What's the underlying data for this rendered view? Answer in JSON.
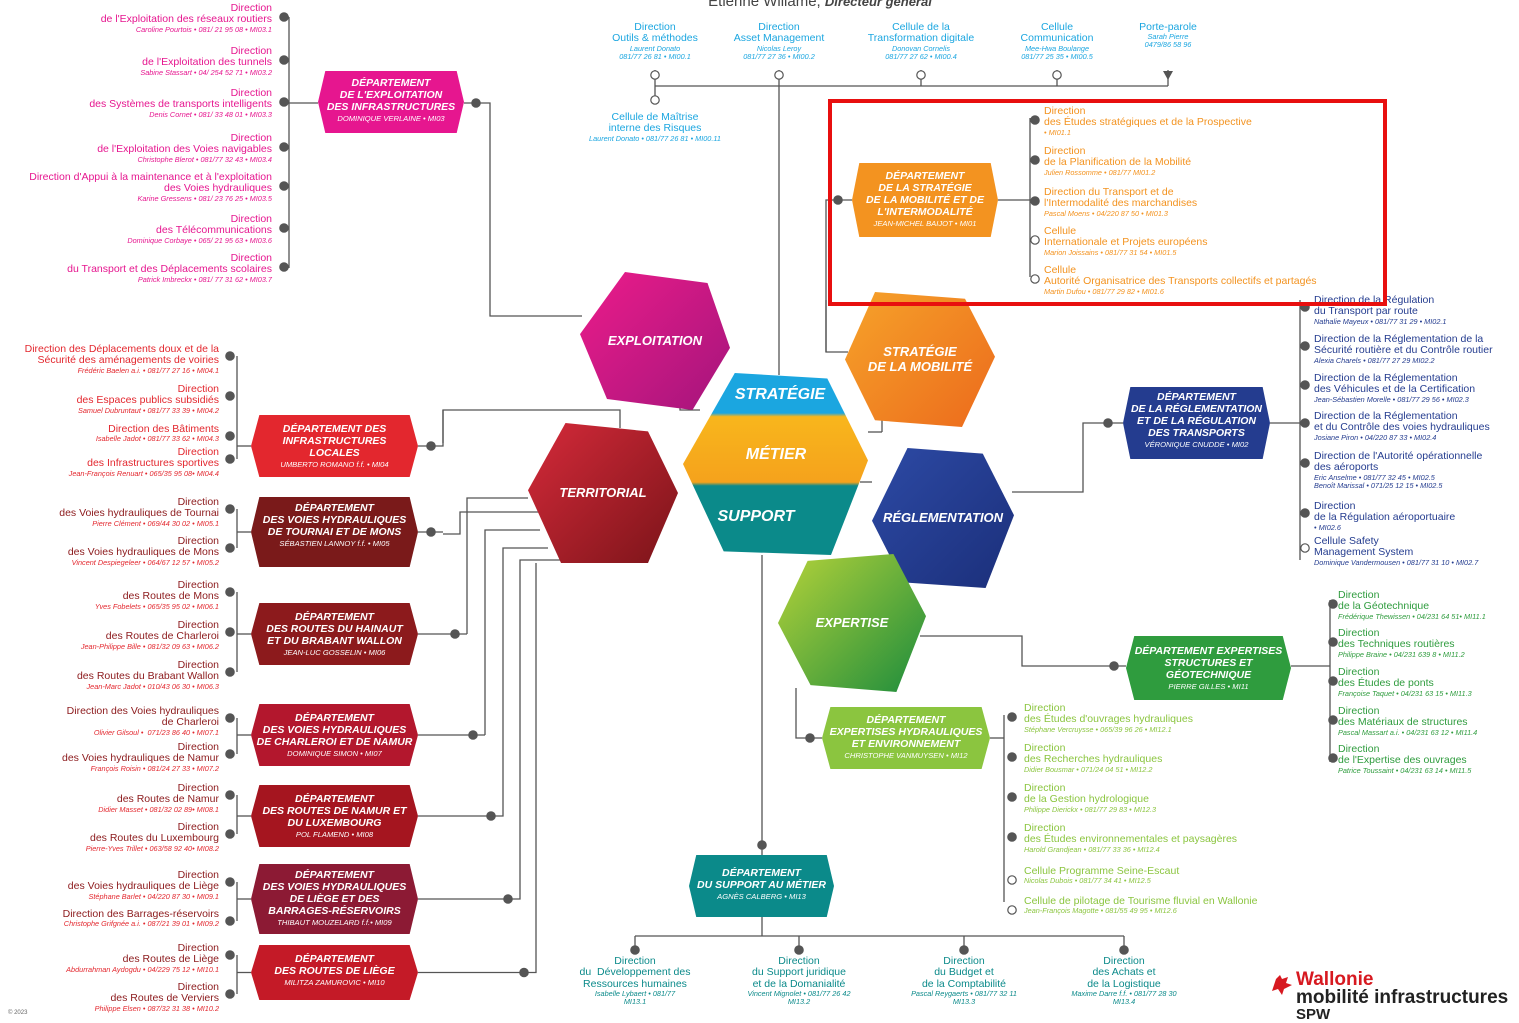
{
  "header": {
    "name": "Etienne Willame,",
    "role": "Directeur général"
  },
  "colors": {
    "pink": "#e6168f",
    "orange": "#f39320",
    "red": "#e3272e",
    "darkred": "#8c1a1c",
    "crimson": "#b3172d",
    "navy": "#243c8f",
    "green": "#2f9c3e",
    "lime": "#8bc53f",
    "teal": "#0b8a8a",
    "cyan": "#1ba6e0",
    "line": "#555555"
  },
  "top": [
    {
      "t": "Direction\nOutils & méthodes",
      "n": "Laurent Donato",
      "m": "081/77 26 81 • MI00.1"
    },
    {
      "t": "Direction\nAsset Management",
      "n": "Nicolas Leroy",
      "m": "081/77 27 36 • MI00.2"
    },
    {
      "t": "Cellule de la\nTransformation digitale",
      "n": "Donovan Cornelis",
      "m": "081/77 27 62 • MI00.4"
    },
    {
      "t": "Cellule\nCommunication",
      "n": "Mee-Hwa Boulange",
      "m": "081/77 25 35 • MI00.5"
    },
    {
      "t": "Porte-parole",
      "n": "Sarah Pierre",
      "m": "0479/86 58 96"
    }
  ],
  "risk": {
    "t": "Cellule de Maîtrise\ninterne des Risques",
    "m": "Laurent Donato • 081/77 26 81 • MI00.11"
  },
  "left_top": [
    {
      "t": "Direction\nde l'Exploitation des réseaux routiers",
      "m": "Caroline Pourtois • 081/ 21 95 08 • MI03.1"
    },
    {
      "t": "Direction\nde l'Exploitation des tunnels",
      "m": "Sabine Stassart • 04/ 254 52 71 • MI03.2"
    },
    {
      "t": "Direction\ndes Systèmes de transports intelligents",
      "m": "Denis Cornet • 081/ 33 48 01 • MI03.3"
    },
    {
      "t": "Direction\nde l'Exploitation des Voies navigables",
      "m": "Christophe Blerot • 081/77 32 43 • MI03.4"
    },
    {
      "t": "Direction d'Appui à la maintenance et à l'exploitation\ndes Voies hydrauliques",
      "m": "Karine Gressens • 081/ 23 76 25 • MI03.5"
    },
    {
      "t": "Direction\ndes Télécommunications",
      "m": "Dominique Corbaye • 065/ 21 95 63 • MI03.6"
    },
    {
      "t": "Direction\ndu Transport et des Déplacements scolaires",
      "m": "Patrick Imbreckx • 081/ 77 31 62 • MI03.7"
    }
  ],
  "dep_exploit": {
    "h": "DÉPARTEMENT\nDE L'EXPLOITATION\nDES INFRASTRUCTURES",
    "d": "DOMINIQUE VERLAINE • MI03"
  },
  "strat_list": [
    {
      "t": "Direction\ndes Études stratégiques et de la Prospective",
      "m": "• MI01.1"
    },
    {
      "t": "Direction\nde la Planification de la Mobilité",
      "m": "Julien Rossomme • 081/77 MI01.2"
    },
    {
      "t": "Direction du Transport et de\nl'Intermodalité des marchandises",
      "m": "Pascal Moens • 04/220 87 50 • MI01.3"
    },
    {
      "t": "Cellule\nInternationale et Projets européens",
      "m": "Marion Joissains • 081/77 31 54 • MI01.5"
    },
    {
      "t": "Cellule\nAutorité Organisatrice des Transports collectifs et partagés",
      "m": "Martin Dufou • 081/77 29 82 • MI01.6"
    }
  ],
  "dep_strat": {
    "h": "DÉPARTEMENT\nDE LA STRATÉGIE\nDE LA MOBILITÉ ET DE\nL'INTERMODALITÉ",
    "d": "JEAN-MICHEL BAIJOT • MI01"
  },
  "regl_list": [
    {
      "t": "Direction de la Régulation\ndu Transport par route",
      "m": "Nathalie Mayeux • 081/77 31 29 • MI02.1"
    },
    {
      "t": "Direction de la Réglementation de la\nSécurité routière et du Contrôle routier",
      "m": "Alexia Charels • 081/77 27 29 MI02.2"
    },
    {
      "t": "Direction de la Réglementation\ndes Véhicules et de la Certification",
      "m": "Jean-Sébastien Morelle • 081/77 29 56 • MI02.3"
    },
    {
      "t": "Direction de la Réglementation\net du Contrôle des voies hydrauliques",
      "m": "Josiane Piron • 04/220 87 33 • MI02.4"
    },
    {
      "t": "Direction de l'Autorité opérationnelle\ndes aéroports",
      "m": "Eric Anselme • 081/77 32 45 • MI02.5\nBenoît Marissal • 071/25 12 15 • MI02.5"
    },
    {
      "t": "Direction\nde la Régulation aéroportuaire",
      "m": "• MI02.6"
    },
    {
      "t": "Cellule Safety\nManagement System",
      "m": "Dominique Vandermousen • 081/77 31 10 • MI02.7"
    }
  ],
  "dep_regl": {
    "h": "DÉPARTEMENT\nDE LA RÉGLEMENTATION\nET DE LA RÉGULATION\nDES TRANSPORTS",
    "d": "VÉRONIQUE CNUDDE • MI02"
  },
  "exp_list": [
    {
      "t": "Direction\nde la Géotechnique",
      "m": "Frédérique Thewissen • 04/231 64 51• MI11.1"
    },
    {
      "t": "Direction\ndes Techniques routières",
      "m": "Philippe Braine • 04/231 639 8 • MI11.2"
    },
    {
      "t": "Direction\ndes Études de ponts",
      "m": "Françoise Taquet • 04/231 63 15 • MI11.3"
    },
    {
      "t": "Direction\ndes Matériaux de structures",
      "m": "Pascal Massart a.i. • 04/231 63 12 • MI11.4"
    },
    {
      "t": "Direction\nde l'Expertise des ouvrages",
      "m": "Patrice Toussaint • 04/231 63 14 • MI11.5"
    }
  ],
  "dep_exp": {
    "h": "DÉPARTEMENT EXPERTISES\nSTRUCTURES ET\nGÉOTECHNIQUE",
    "d": "PIERRE GILLES • MI11"
  },
  "hyd_list": [
    {
      "t": "Direction\ndes Études d'ouvrages hydrauliques",
      "m": "Stéphane Vercruysse • 065/39 96 26 • MI12.1"
    },
    {
      "t": "Direction\ndes Recherches hydrauliques",
      "m": "Didier Bousmar • 071/24 04 51 • MI12.2"
    },
    {
      "t": "Direction\nde la Gestion hydrologique",
      "m": "Philippe Dierickx • 081/77 29 83 • MI12.3"
    },
    {
      "t": "Direction\ndes Études environnementales et paysagères",
      "m": "Harold Grandjean • 081/77 33 36 • MI12.4"
    },
    {
      "t": "Cellule Programme Seine-Escaut",
      "m": "Nicolas Dubois • 081/77 34 41 • MI12.5"
    },
    {
      "t": "Cellule de pilotage de Tourisme fluvial en Wallonie",
      "m": "Jean-François Magotte • 081/55 49 95 • MI12.6"
    }
  ],
  "dep_hyd": {
    "h": "DÉPARTEMENT\nEXPERTISES HYDRAULIQUES\nET ENVIRONNEMENT",
    "d": "CHRISTOPHE VANMUYSEN • MI12"
  },
  "sup_list": [
    {
      "t": "Direction\ndu  Développement des\nRessources humaines",
      "m": "Isabelle Lybaert • 081/77\nMI13.1"
    },
    {
      "t": "Direction\ndu Support juridique\net de la Domanialité",
      "m": "Vincent Mignolet • 081/77 26 42\nMI13.2"
    },
    {
      "t": "Direction\ndu Budget et\nde la Comptabilité",
      "m": "Pascal Reygaerts • 081/77 32 11\nMI13.3"
    },
    {
      "t": "Direction\ndes Achats et\nde la Logistique",
      "m": "Maxime Darre f.f. • 081/77 28 30\nMI13.4"
    }
  ],
  "dep_sup": {
    "h": "DÉPARTEMENT\nDU SUPPORT AU MÉTIER",
    "d": "AGNÈS CALBERG • MI13"
  },
  "left_groups": [
    {
      "h": "DÉPARTEMENT DES\nINFRASTRUCTURES\nLOCALES",
      "d": "UMBERTO ROMANO f.f. • MI04",
      "items": [
        {
          "t": "Direction des Déplacements doux et de la\nSécurité des aménagements de voiries",
          "m": "Frédéric Baelen a.i. • 081/77 27 16 • MI04.1"
        },
        {
          "t": "Direction\ndes Espaces publics subsidiés",
          "m": "Samuel Dubruntaut • 081/77 33 39 • MI04.2"
        },
        {
          "t": "Direction des Bâtiments",
          "m": "Isabelle Jadot • 081/77 33 62 • MI04.3"
        },
        {
          "t": "Direction\ndes Infrastructures sportives",
          "m": "Jean-François Renuart • 065/35 95 08• MI04.4"
        }
      ]
    },
    {
      "h": "DÉPARTEMENT\nDES VOIES HYDRAULIQUES\nDE TOURNAI ET DE MONS",
      "d": "SÉBASTIEN LANNOY f.f. • MI05",
      "items": [
        {
          "t": "Direction\ndes Voies hydrauliques de Tournai",
          "m": "Pierre Clément • 069/44 30 02 • MI05.1"
        },
        {
          "t": "Direction\ndes Voies hydrauliques de Mons",
          "m": "Vincent Despiegeleer • 064/67 12 57 • MI05.2"
        }
      ]
    },
    {
      "h": "DÉPARTEMENT\nDES ROUTES DU HAINAUT\nET DU BRABANT WALLON",
      "d": "JEAN-LUC GOSSELIN • MI06",
      "items": [
        {
          "t": "Direction\ndes Routes de Mons",
          "m": "Yves Fobelets • 065/35 95 02 • MI06.1"
        },
        {
          "t": "Direction\ndes Routes de Charleroi",
          "m": "Jean-Philippe Bille • 081/32 09 63 • MI06.2"
        },
        {
          "t": "Direction\ndes Routes du Brabant Wallon",
          "m": "Jean-Marc Jadot • 010/43 06 30 • MI06.3"
        }
      ]
    },
    {
      "h": "DÉPARTEMENT\nDES VOIES HYDRAULIQUES\nDE CHARLEROI ET DE NAMUR",
      "d": "DOMINIQUE SIMON • MI07",
      "items": [
        {
          "t": "Direction des Voies hydrauliques\nde Charleroi",
          "m": "Olivier Gilsoul •  071/23 86 40 • MI07.1"
        },
        {
          "t": "Direction\ndes Voies hydrauliques de Namur",
          "m": "François Roisin • 081/24 27 33 • MI07.2"
        }
      ]
    },
    {
      "h": "DÉPARTEMENT\nDES ROUTES DE NAMUR ET\nDU LUXEMBOURG",
      "d": "POL FLAMEND • MI08",
      "items": [
        {
          "t": "Direction\ndes Routes de Namur",
          "m": "Didier Masset • 081/32 02 89• MI08.1"
        },
        {
          "t": "Direction\ndes Routes du Luxembourg",
          "m": "Pierre-Yves Trillet • 063/58 92 40• MI08.2"
        }
      ]
    },
    {
      "h": "DÉPARTEMENT\nDES VOIES HYDRAULIQUES\nDE LIÈGE ET DES\nBARRAGES-RÉSERVOIRS",
      "d": "THIBAUT MOUZELARD f.f.• MI09",
      "items": [
        {
          "t": "Direction\ndes Voies hydrauliques de Liège",
          "m": "Stéphane Barlet • 04/220 87 30 • MI09.1"
        },
        {
          "t": "Direction des Barrages-réservoirs",
          "m": "Christophe Grifgnée a.i. • 087/21 39 01 • MI09.2"
        }
      ]
    },
    {
      "h": "DÉPARTEMENT\nDES ROUTES DE LIÈGE",
      "d": "MILITZA ZAMUROVIC • MI10",
      "items": [
        {
          "t": "Direction\ndes Routes de Liège",
          "m": "Abdurrahman Aydogdu • 04/229 75 12 • MI10.1"
        },
        {
          "t": "Direction\ndes Routes de Verviers",
          "m": "Philippe Elsen • 087/32 31 38 • MI10.2"
        }
      ]
    }
  ],
  "hexes": {
    "exploitation": "EXPLOITATION",
    "strategie_mob": "STRATÉGIE\nDE LA MOBILITÉ",
    "territorial": "TERRITORIAL",
    "reglementation": "RÉGLEMENTATION",
    "expertise": "EXPERTISE",
    "core_top": "STRATÉGIE",
    "core_mid": "MÉTIER",
    "core_bot": "SUPPORT"
  },
  "logo": {
    "a": "Wallonie",
    "b": "mobilité infrastructures",
    "c": "SPW"
  },
  "footer": "© 2023"
}
